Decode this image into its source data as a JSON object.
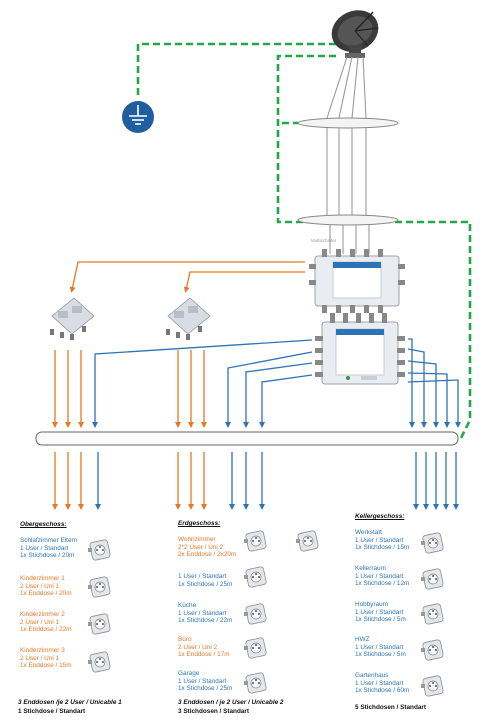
{
  "devices": {
    "multischalter_label": "Multischalter"
  },
  "floors": {
    "obergeschoss": {
      "title": "Obergeschoss:",
      "rooms": [
        {
          "name": "Schlafzimmer Eltern",
          "line2": "1 User / Standart",
          "line3": "1x Stichdose / 20m",
          "color": "#2e74b5"
        },
        {
          "name": "Kinderzimmer 1",
          "line2": "2 User / Uni 1",
          "line3": "1x Enddose / 20m",
          "color": "#e87722"
        },
        {
          "name": "Kinderzimmer 2",
          "line2": "2 User / Uni 1",
          "line3": "1x Enddose / 22m",
          "color": "#e87722"
        },
        {
          "name": "Kinderzimmer 3",
          "line2": "2 User / Uni 1",
          "line3": "1x Enddose / 15m",
          "color": "#e87722"
        }
      ],
      "summary1": "3 Enddosen /je 2 User / Unicable 1",
      "summary2": "1 Stichdose / Standart"
    },
    "erdgeschoss": {
      "title": "Erdgeschoss:",
      "rooms": [
        {
          "name": "Wohnzimmer",
          "line2": "2*2 User / Uni 2",
          "line3": "2x Enddose / 2x20m",
          "color": "#e87722"
        },
        {
          "name": "",
          "line2": "1 User / Standart",
          "line3": "1x Stichdose / 25m",
          "color": "#2e74b5"
        },
        {
          "name": "Küche",
          "line2": "1 User / Standart",
          "line3": "1x Stichdose / 22m",
          "color": "#2e74b5"
        },
        {
          "name": "Büro",
          "line2": "2 User / Uni 2",
          "line3": "1x Enddose / 17m",
          "color": "#e87722"
        },
        {
          "name": "Garage",
          "line2": "1 User / Standart",
          "line3": "1x Stichdose / 25m",
          "color": "#2e74b5"
        }
      ],
      "summary1": "3 Enddosen / je 2 User / Unicable 2",
      "summary2": "3 Stichdosen / Standart"
    },
    "kellergeschoss": {
      "title": "Kellergeschoss:",
      "rooms": [
        {
          "name": "Werkstatt",
          "line2": "1 User / Standart",
          "line3": "1x Stichdose / 15m",
          "color": "#2e74b5"
        },
        {
          "name": "Kellerraum",
          "line2": "1 User / Standart",
          "line3": "1x Stichdose / 12m",
          "color": "#2e74b5"
        },
        {
          "name": "Hobbyraum",
          "line2": "1 User / Standart",
          "line3": "1x Stichdose / 5m",
          "color": "#2e74b5"
        },
        {
          "name": "HWZ",
          "line2": "1 User / Standart",
          "line3": "1x Stichdose / 5m",
          "color": "#2e74b5"
        },
        {
          "name": "Gartenhaus",
          "line2": "1 User / Standart",
          "line3": "1x Stichdose / 60m",
          "color": "#2e74b5"
        }
      ],
      "summary1": "5 Stichdosen / Standart"
    }
  },
  "colors": {
    "ground_line": "#22a84a",
    "orange_cable": "#e87722",
    "blue_cable": "#2e74b5",
    "ground_symbol": "#1f5fa0"
  }
}
